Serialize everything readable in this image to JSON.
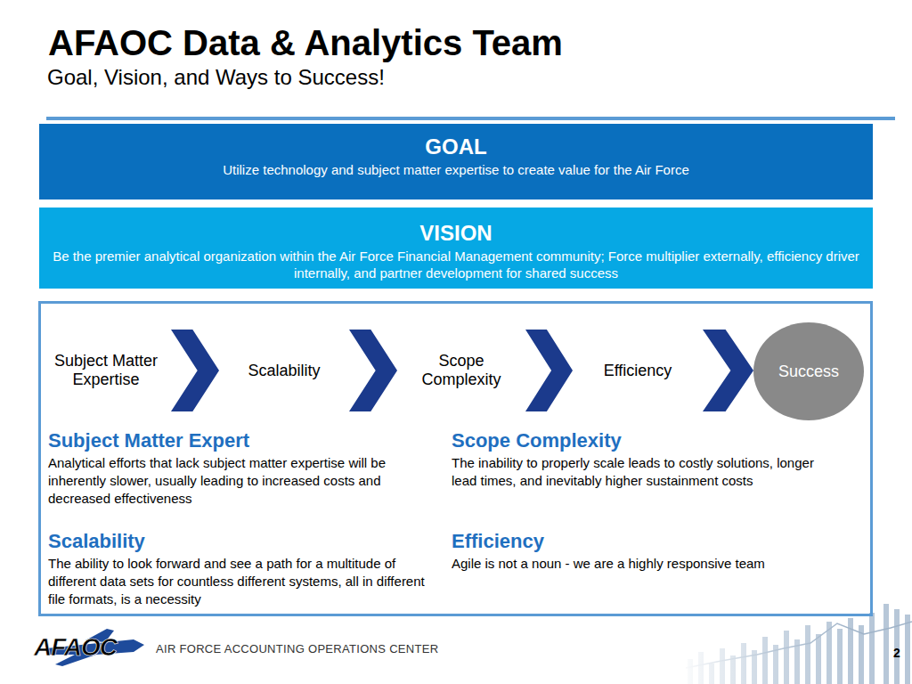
{
  "diagram": {
    "title": "AFAOC Data & Analytics Team",
    "nodes": [
      {
        "text": [
          "GOAL",
          "Utilize technology and subject matter expertise to create value for the Air Force"
        ]
      },
      {
        "text": [
          "VISION",
          "Be the premier analytical organization within the Air Force Financial Management community; Force multiplier externally, efficiency driver internally, and partner development for shared success"
        ]
      },
      {
        "text": [
          "Subject Matter Expert",
          "Analytical efforts that lack subject matter expertise will be inherently slower, usually leading to increased costs and decreased effectiveness",
          "Scalability",
          "The ability to look forward and see a path for a multitude of different data sets for countless different systems, all in different file formats, is a necessity",
          "Scope Complexity",
          "The inability to properly scale leads to costly solutions, longer lead times, and inevitably higher sustainment costs",
          "Efficiency",
          "Agile is not a noun - we are a highly responsive team"
        ]
      },
      {
        "text": [
          "Subject Matter Expertise"
        ],
        "in": 2
      },
      {
        "text": [
          "Scalability"
        ],
        "in": 2
      },
      {
        "text": [
          "Scope Complexity"
        ],
        "in": 2
      },
      {
        "text": [
          "Efficiency"
        ],
        "in": 2
      },
      {
        "text": [
          "Success"
        ],
        "in": 2
      }
    ],
    "edges": [
      {
        "from": 3,
        "to": 4,
        "arrow": "to"
      },
      {
        "from": 4,
        "to": 5,
        "arrow": "to"
      },
      {
        "from": 5,
        "to": 6,
        "arrow": "to"
      },
      {
        "from": 6,
        "to": 7,
        "arrow": "to"
      }
    ],
    "labels": [
      "Goal, Vision, and Ways to Success!",
      "AFAOC",
      "AIR FORCE ACCOUNTING OPERATIONS CENTER",
      "2"
    ]
  }
}
